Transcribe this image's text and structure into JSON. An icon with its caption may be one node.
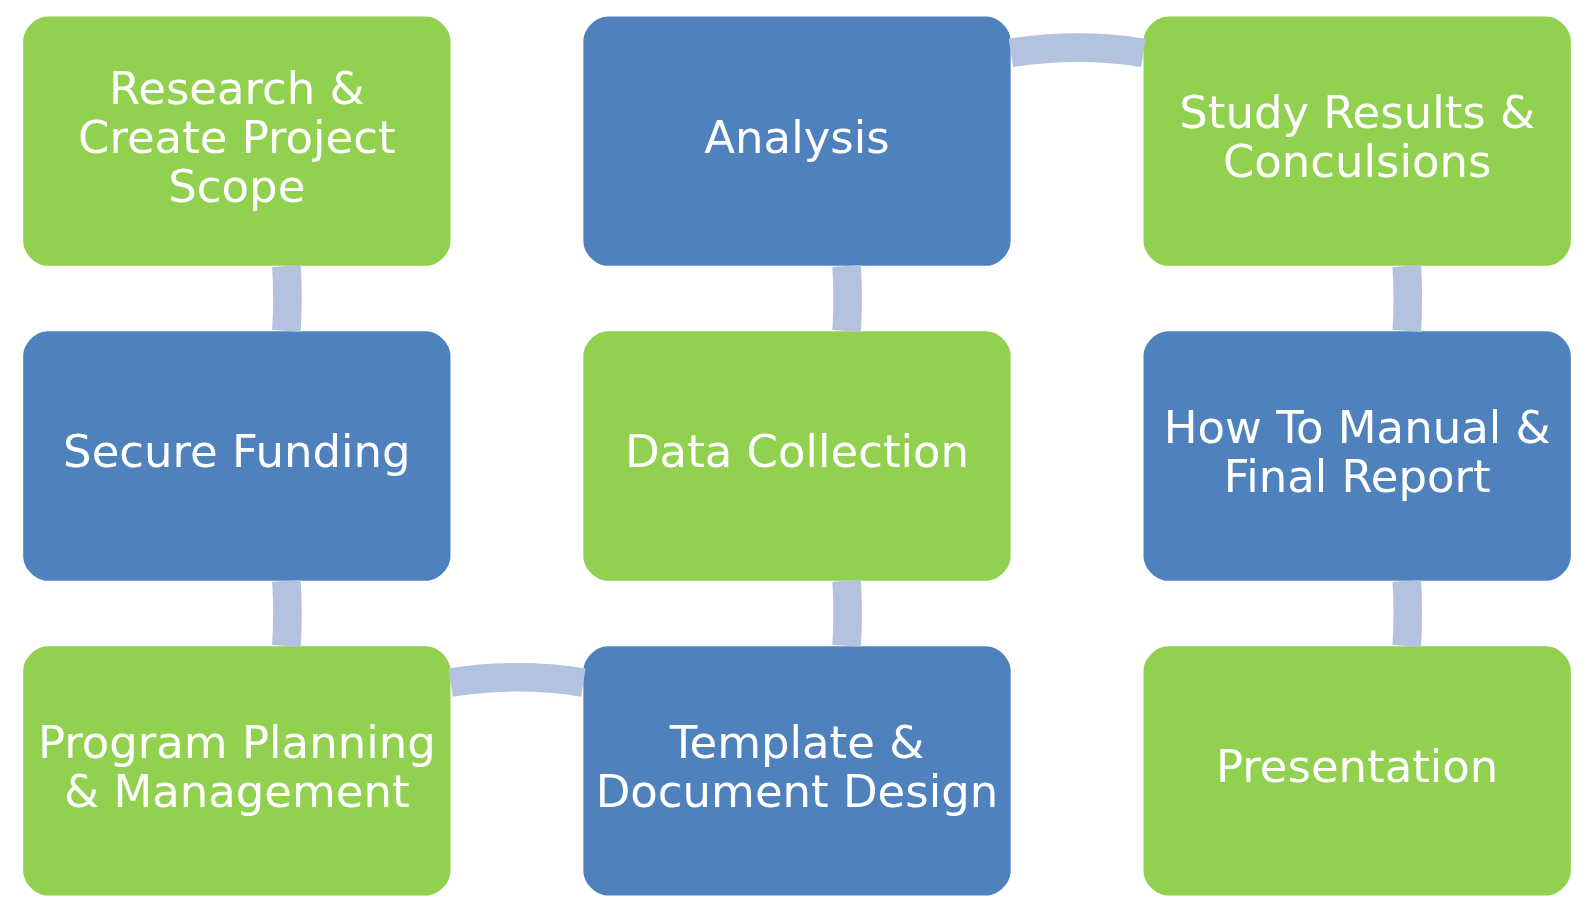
{
  "diagram": {
    "nodes": [
      {
        "text": [
          "Research & Create Project Scope"
        ]
      },
      {
        "text": [
          "Secure Funding"
        ]
      },
      {
        "text": [
          "Program Planning & Management"
        ]
      },
      {
        "text": [
          "Template & Document Design"
        ]
      },
      {
        "text": [
          "Data Collection"
        ]
      },
      {
        "text": [
          "Analysis"
        ]
      },
      {
        "text": [
          "Study Results & Conculsions"
        ]
      },
      {
        "text": [
          "How To Manual & Final Report"
        ]
      },
      {
        "text": [
          "Presentation"
        ]
      }
    ],
    "edges": [
      {
        "from": 0,
        "to": 1,
        "arrow": "none"
      },
      {
        "from": 1,
        "to": 2,
        "arrow": "none"
      },
      {
        "from": 2,
        "to": 3,
        "arrow": "none"
      },
      {
        "from": 3,
        "to": 4,
        "arrow": "none"
      },
      {
        "from": 4,
        "to": 5,
        "arrow": "none"
      },
      {
        "from": 5,
        "to": 6,
        "arrow": "none"
      },
      {
        "from": 6,
        "to": 7,
        "arrow": "none"
      },
      {
        "from": 7,
        "to": 8,
        "arrow": "none"
      }
    ]
  }
}
